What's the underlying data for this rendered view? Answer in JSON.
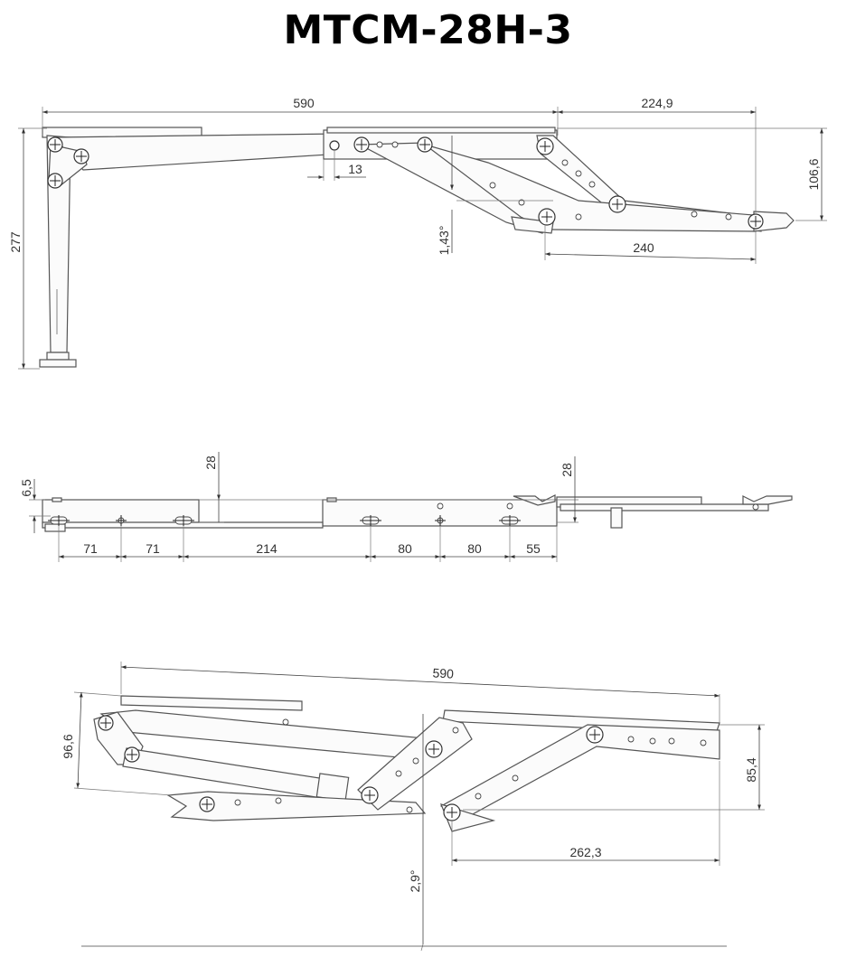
{
  "title": "MTCM-28H-3",
  "views": {
    "side_top": {
      "dims": {
        "d590": "590",
        "d224_9": "224,9",
        "d106_6": "106,6",
        "d277": "277",
        "d13": "13",
        "d1_43": "1,43°",
        "d240": "240"
      }
    },
    "plan": {
      "dims": {
        "d6_5": "6,5",
        "d28_left": "28",
        "d28_right": "28",
        "d71a": "71",
        "d71b": "71",
        "d214": "214",
        "d80a": "80",
        "d80b": "80",
        "d55": "55"
      }
    },
    "side_bottom": {
      "dims": {
        "d590": "590",
        "d96_6": "96,6",
        "d85_4": "85,4",
        "d262_3": "262,3",
        "d2_9": "2,9°"
      }
    }
  }
}
